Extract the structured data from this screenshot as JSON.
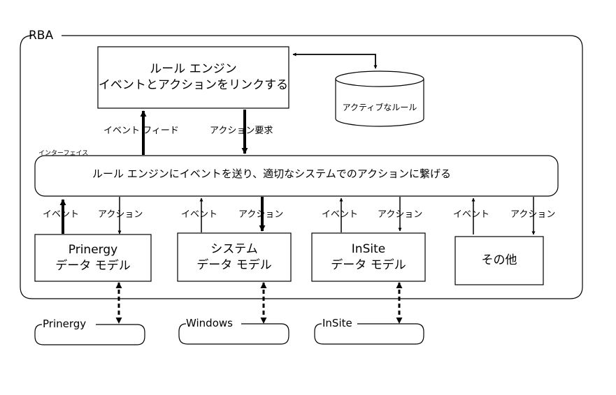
{
  "rba_label": "RBA",
  "rule_engine": {
    "line1": "ルール エンジン",
    "line2": "イベントとアクションをリンクする"
  },
  "active_rules": "アクティブなルール",
  "event_feed": "イベント フィード",
  "action_request": "アクション要求",
  "interface": {
    "label": "インターフェイス",
    "text": "ルール エンジンにイベントを送り、適切なシステムでのアクションに繋げる"
  },
  "event_label": "イベント",
  "action_label": "アクション",
  "models": [
    {
      "line1": "Prinergy",
      "line2": "データ モデル"
    },
    {
      "line1": "システム",
      "line2": "データ モデル"
    },
    {
      "line1": "InSite",
      "line2": "データ モデル"
    },
    {
      "line1": "その他",
      "line2": ""
    }
  ],
  "external_systems": [
    "Prinergy",
    "Windows",
    "InSite"
  ]
}
